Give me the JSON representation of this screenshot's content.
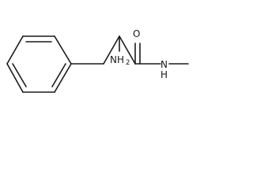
{
  "molecule": {
    "atoms": {
      "oxygen": "O",
      "amide_nitrogen": "N",
      "amide_hydrogen": "H",
      "amine_nitrogen": "NH",
      "amine_subscript": "2"
    }
  }
}
